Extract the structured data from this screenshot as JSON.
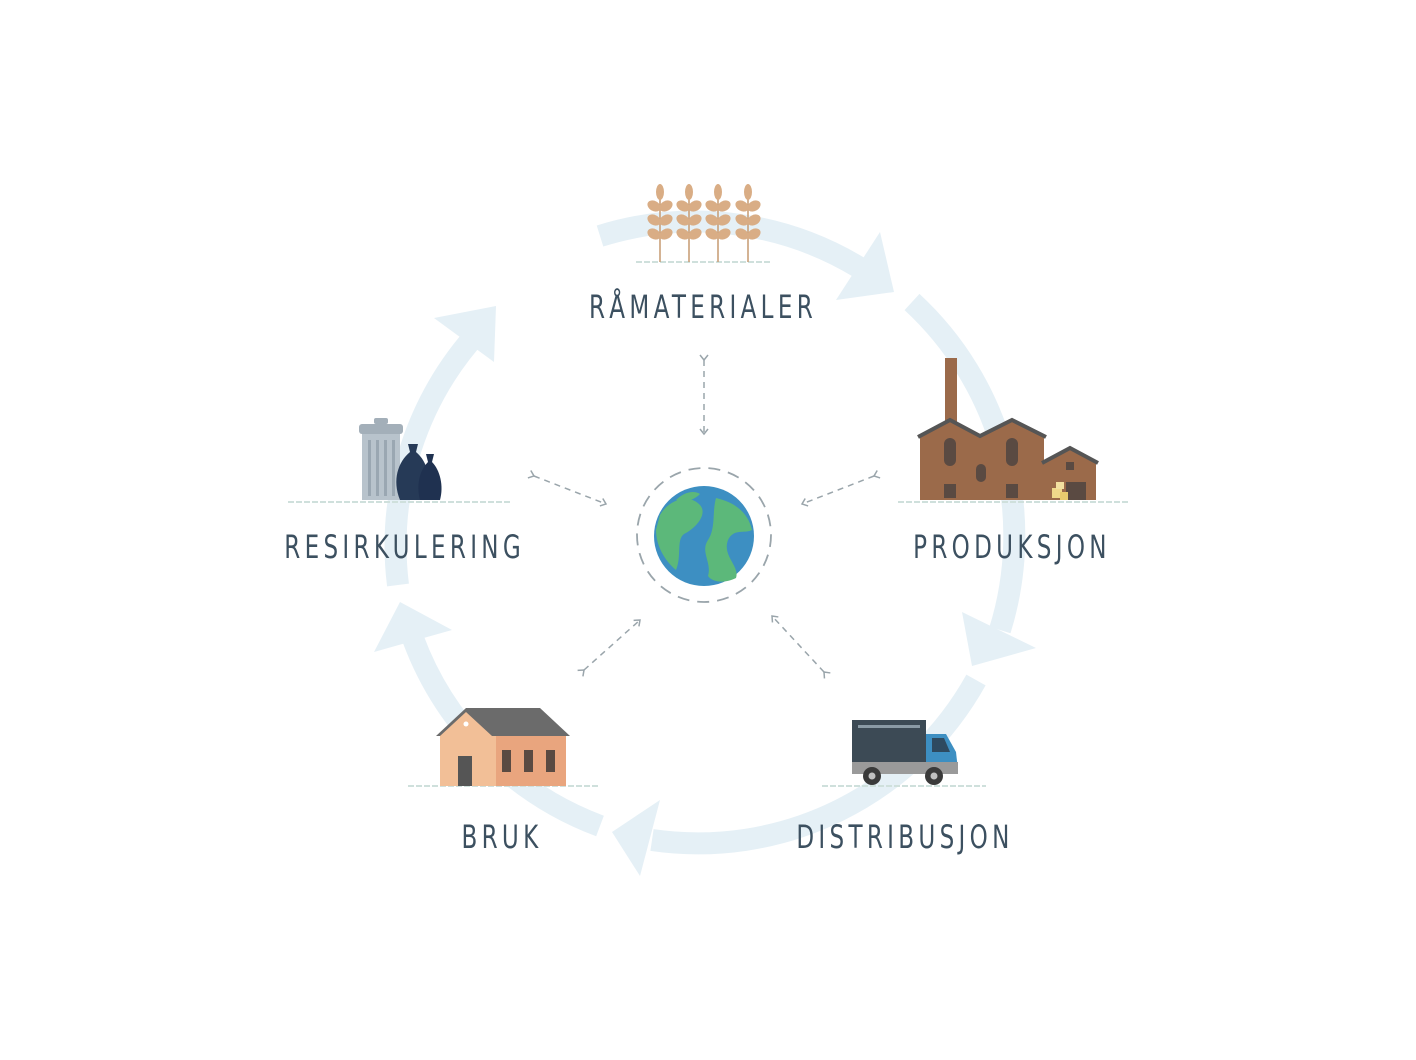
{
  "stages": {
    "raw_materials": "RÅMATERIALER",
    "production": "PRODUKSJON",
    "distribution": "DISTRIBUSJON",
    "use": "BRUK",
    "recycling": "RESIRKULERING"
  },
  "icons": {
    "raw_materials": "wheat-icon",
    "production": "factory-icon",
    "distribution": "truck-icon",
    "use": "house-icon",
    "recycling": "trash-can-icon",
    "center": "globe-icon"
  },
  "colors": {
    "cycle_arrow": "#e5f0f6",
    "label_text": "#3c5060",
    "dashed_arrow": "#9aa5ab",
    "globe_ocean": "#3d8fc2",
    "globe_land": "#5cb87a",
    "factory": "#9b6a4a",
    "house_wall": "#f2bf97",
    "house_roof": "#6b6b6b",
    "truck_cargo": "#3c4a55",
    "truck_cab": "#3d8fc2",
    "trash_can": "#b8c3cc",
    "trash_bag": "#263a57",
    "wheat": "#d9ad85"
  }
}
